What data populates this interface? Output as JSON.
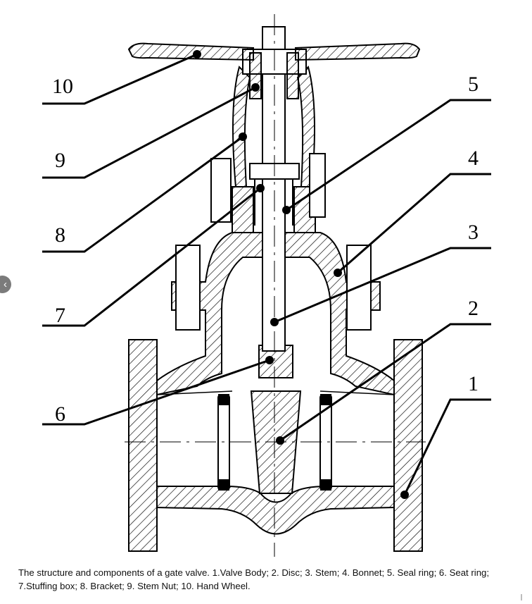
{
  "caption": "The structure and components of a gate valve. 1.Valve Body; 2. Disc; 3. Stem; 4. Bonnet; 5. Seal ring; 6. Seat ring; 7.Stuffing box; 8. Bracket; 9. Stem Nut; 10. Hand Wheel.",
  "callouts": {
    "c1": "1",
    "c2": "2",
    "c3": "3",
    "c4": "4",
    "c5": "5",
    "c6": "6",
    "c7": "7",
    "c8": "8",
    "c9": "9",
    "c10": "10"
  },
  "icons": {
    "side_arrow": "chevron-left-icon"
  },
  "colors": {
    "line": "#000000",
    "arrow_bg": "#7b7b7b"
  }
}
